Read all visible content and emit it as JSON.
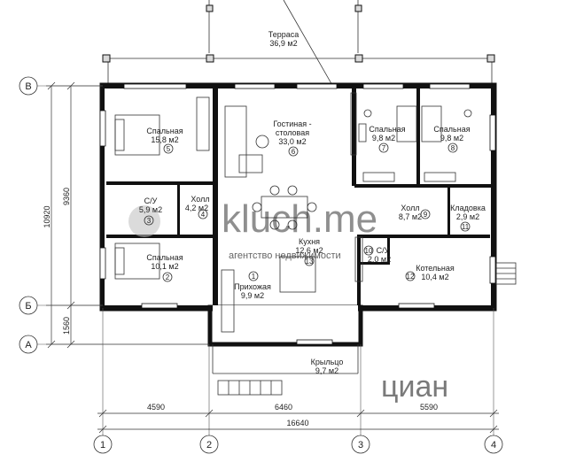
{
  "rooms": [
    {
      "name": "Терраса",
      "area": "36,9 м2"
    },
    {
      "name": "Спальная",
      "area": "15,8 м2",
      "num": "5"
    },
    {
      "name": "Гостиная -",
      "name2": "столовая",
      "area": "33,0 м2",
      "num": "6"
    },
    {
      "name": "Спальная",
      "area": "9,8 м2",
      "num": "7"
    },
    {
      "name": "Спальная",
      "area": "9,8 м2",
      "num": "8"
    },
    {
      "name": "С/У",
      "area": "5,9 м2",
      "num": "3"
    },
    {
      "name": "Холл",
      "area": "4,2 м2",
      "num": "4"
    },
    {
      "name": "Холл",
      "area": "8,7 м2",
      "num": "9"
    },
    {
      "name": "Кладовка",
      "area": "2,9 м2",
      "num": "11"
    },
    {
      "name": "Кухня",
      "area": "12,6 м2",
      "num": "13"
    },
    {
      "name": "С/У",
      "area": "2,0 м2",
      "num": "10"
    },
    {
      "name": "Спальная",
      "area": "10,1 м2",
      "num": "2"
    },
    {
      "name": "Котельная",
      "area": "10,4 м2",
      "num": "12"
    },
    {
      "name": "Прихожая",
      "area": "9,9 м2",
      "num": "1"
    },
    {
      "name": "Крыльцо",
      "area": "9,7 м2"
    }
  ],
  "dimensions": {
    "bottom_segments": [
      "4590",
      "6460",
      "5590"
    ],
    "bottom_total": "16640",
    "left_total": "10920",
    "left_inner": "9360",
    "left_small": "1560"
  },
  "axes": {
    "horizontal": [
      "В",
      "Б",
      "А"
    ],
    "vertical": [
      "1",
      "2",
      "3",
      "4"
    ]
  },
  "watermarks": {
    "main": "kluch.me",
    "sub": "агентство недвижимости",
    "corner": "циан"
  }
}
